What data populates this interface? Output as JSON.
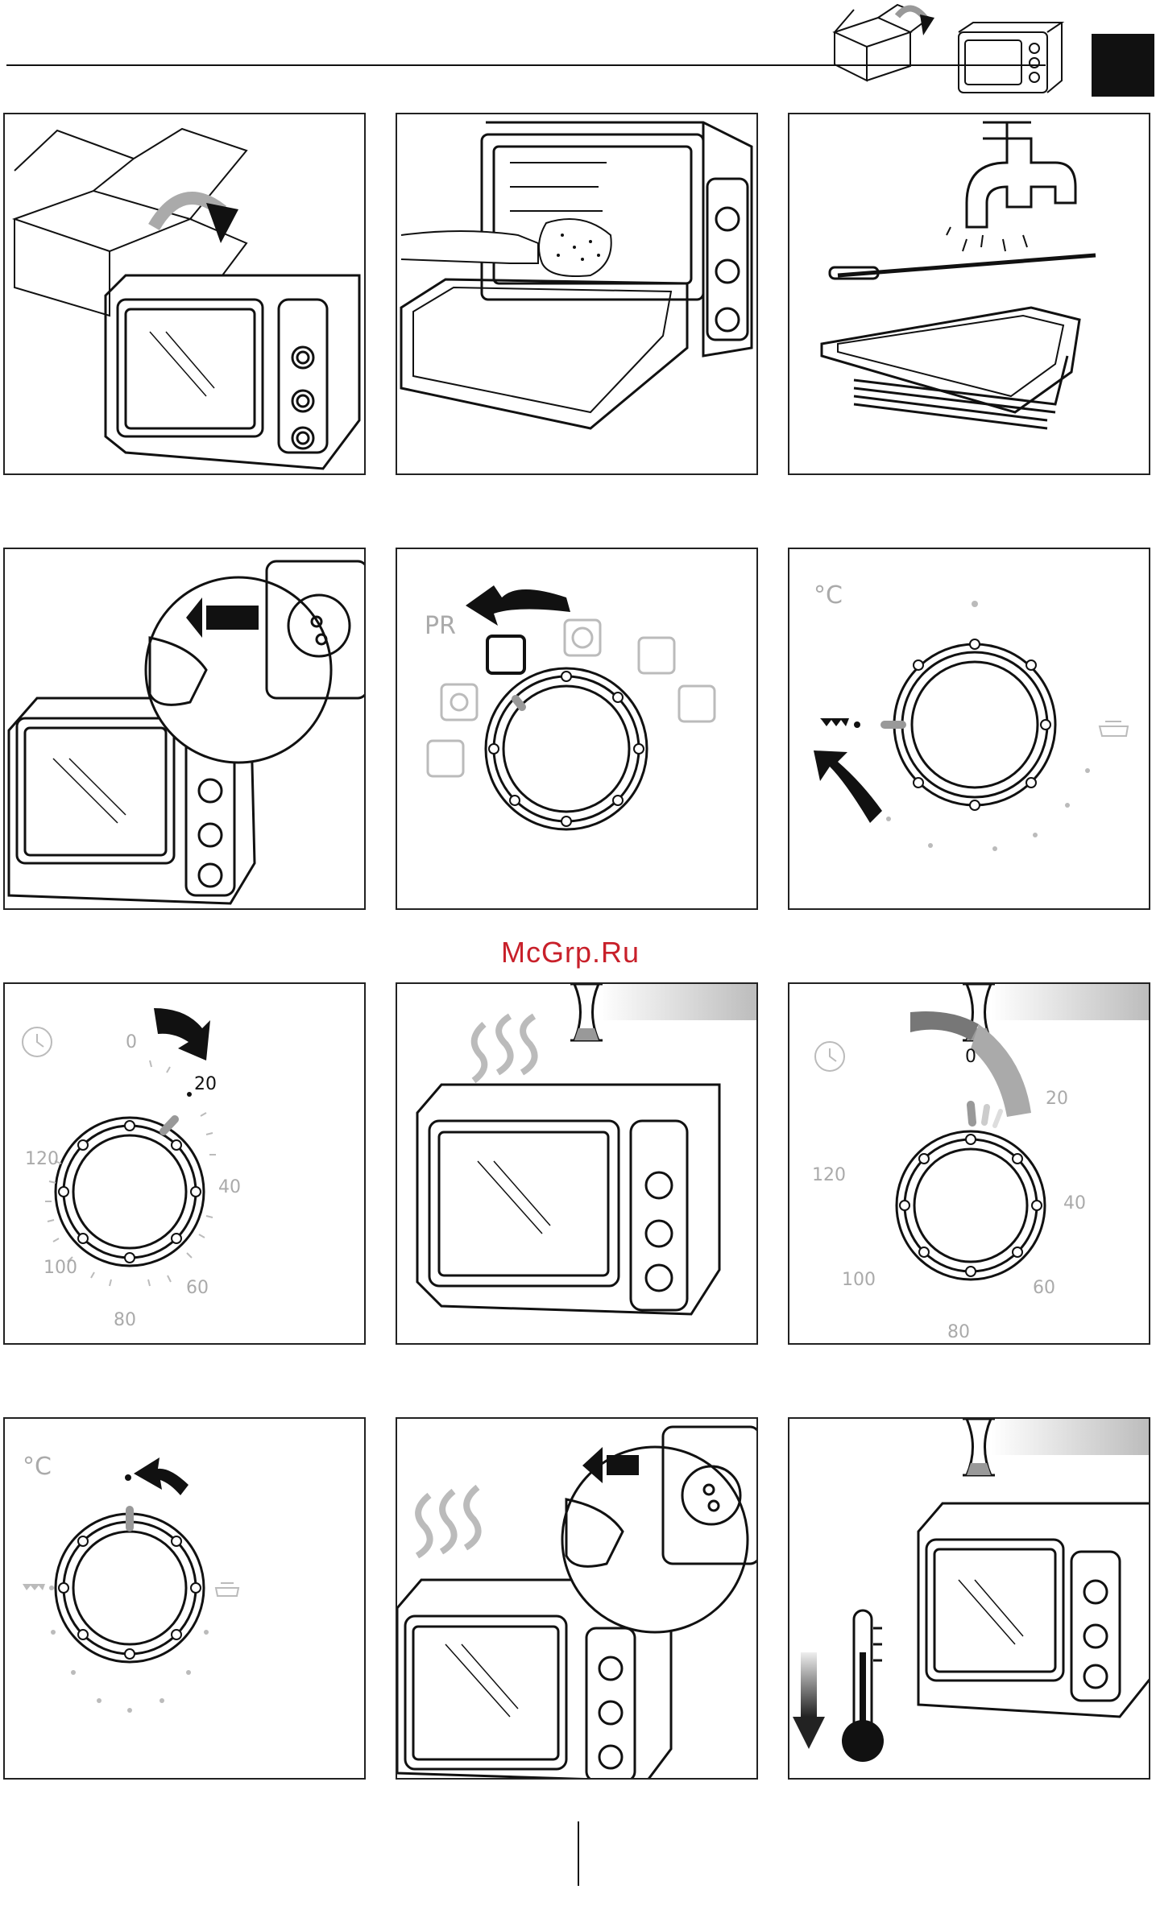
{
  "header": {
    "tab_color": "#111111"
  },
  "watermark": {
    "text": "McGrp.Ru",
    "color": "#c8202a"
  },
  "panels": {
    "p5": {
      "program_label": "PR"
    },
    "p6": {
      "unit_label": "°C"
    },
    "p7": {
      "scale": [
        "0",
        "20",
        "40",
        "60",
        "80",
        "100",
        "120"
      ]
    },
    "p9": {
      "scale": [
        "0",
        "20",
        "40",
        "60",
        "80",
        "100",
        "120"
      ]
    },
    "p10": {
      "unit_label": "°C"
    }
  },
  "icons": [
    "box-unpack-icon",
    "oven-icon",
    "hourglass-icon",
    "thermometer-icon",
    "plug-icon",
    "socket-icon",
    "timer-clock-icon",
    "fan-icon",
    "heater-icon",
    "defrost-icon",
    "pot-icon"
  ]
}
